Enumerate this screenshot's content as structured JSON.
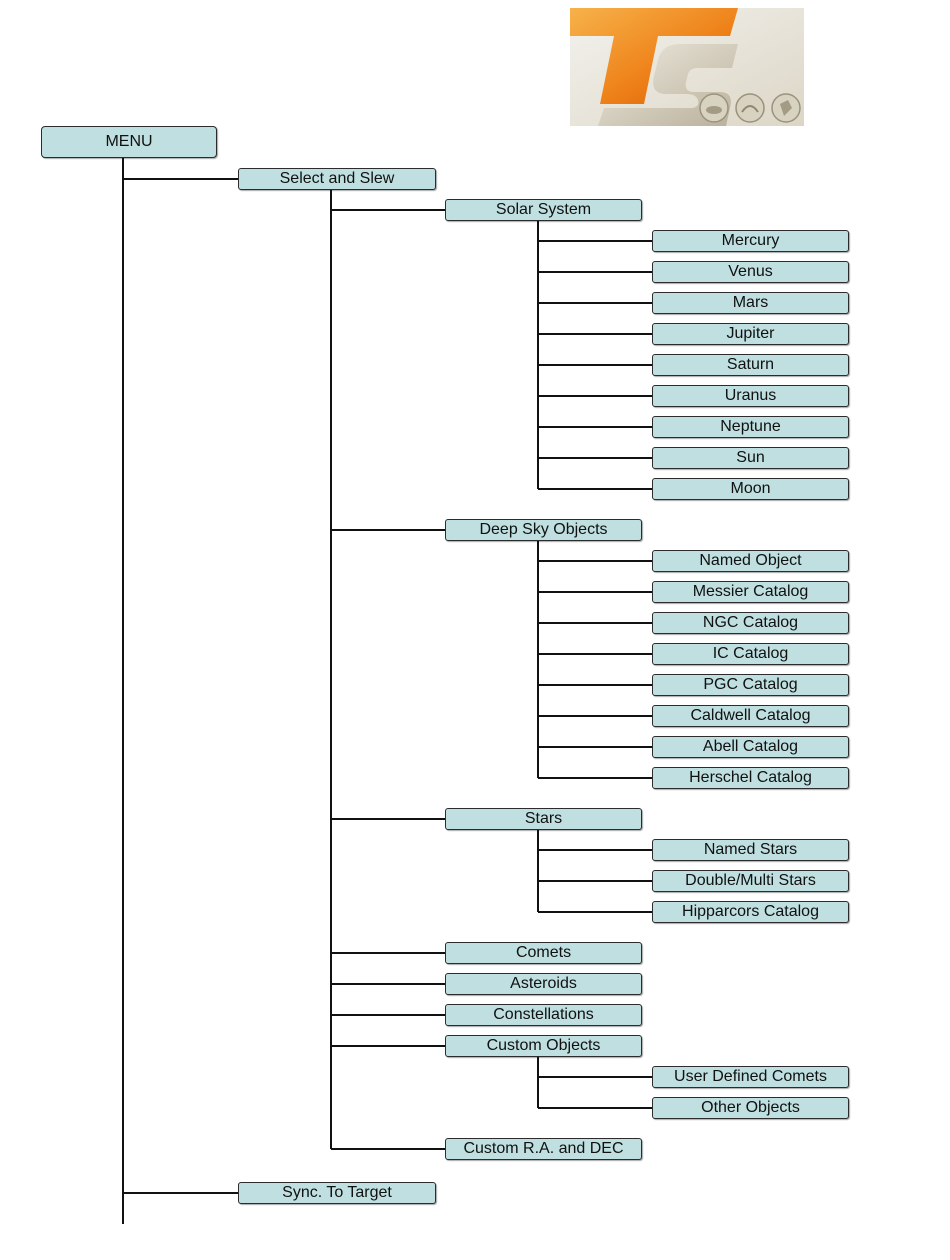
{
  "colors": {
    "node_fill": "#bfdfe0",
    "node_border": "#2c2c2c",
    "line": "#111111",
    "logo_orange": "#f08a1e",
    "logo_gray": "#cfc7b3"
  },
  "tree": {
    "label": "MENU",
    "children": [
      {
        "label": "Select and Slew",
        "children": [
          {
            "label": "Solar System",
            "children": [
              "Mercury",
              "Venus",
              "Mars",
              "Jupiter",
              "Saturn",
              "Uranus",
              "Neptune",
              "Sun",
              "Moon"
            ]
          },
          {
            "label": "Deep Sky Objects",
            "children": [
              "Named Object",
              "Messier Catalog",
              "NGC Catalog",
              "IC Catalog",
              "PGC Catalog",
              "Caldwell Catalog",
              "Abell Catalog",
              "Herschel Catalog"
            ]
          },
          {
            "label": "Stars",
            "children": [
              "Named Stars",
              "Double/Multi Stars",
              "Hipparcors Catalog"
            ]
          },
          {
            "label": "Comets",
            "children": []
          },
          {
            "label": "Asteroids",
            "children": []
          },
          {
            "label": "Constellations",
            "children": []
          },
          {
            "label": "Custom Objects",
            "children": [
              "User Defined Comets",
              "Other Objects"
            ]
          },
          {
            "label": "Custom R.A. and DEC",
            "children": []
          }
        ]
      },
      {
        "label": "Sync. To Target",
        "children": []
      }
    ]
  }
}
